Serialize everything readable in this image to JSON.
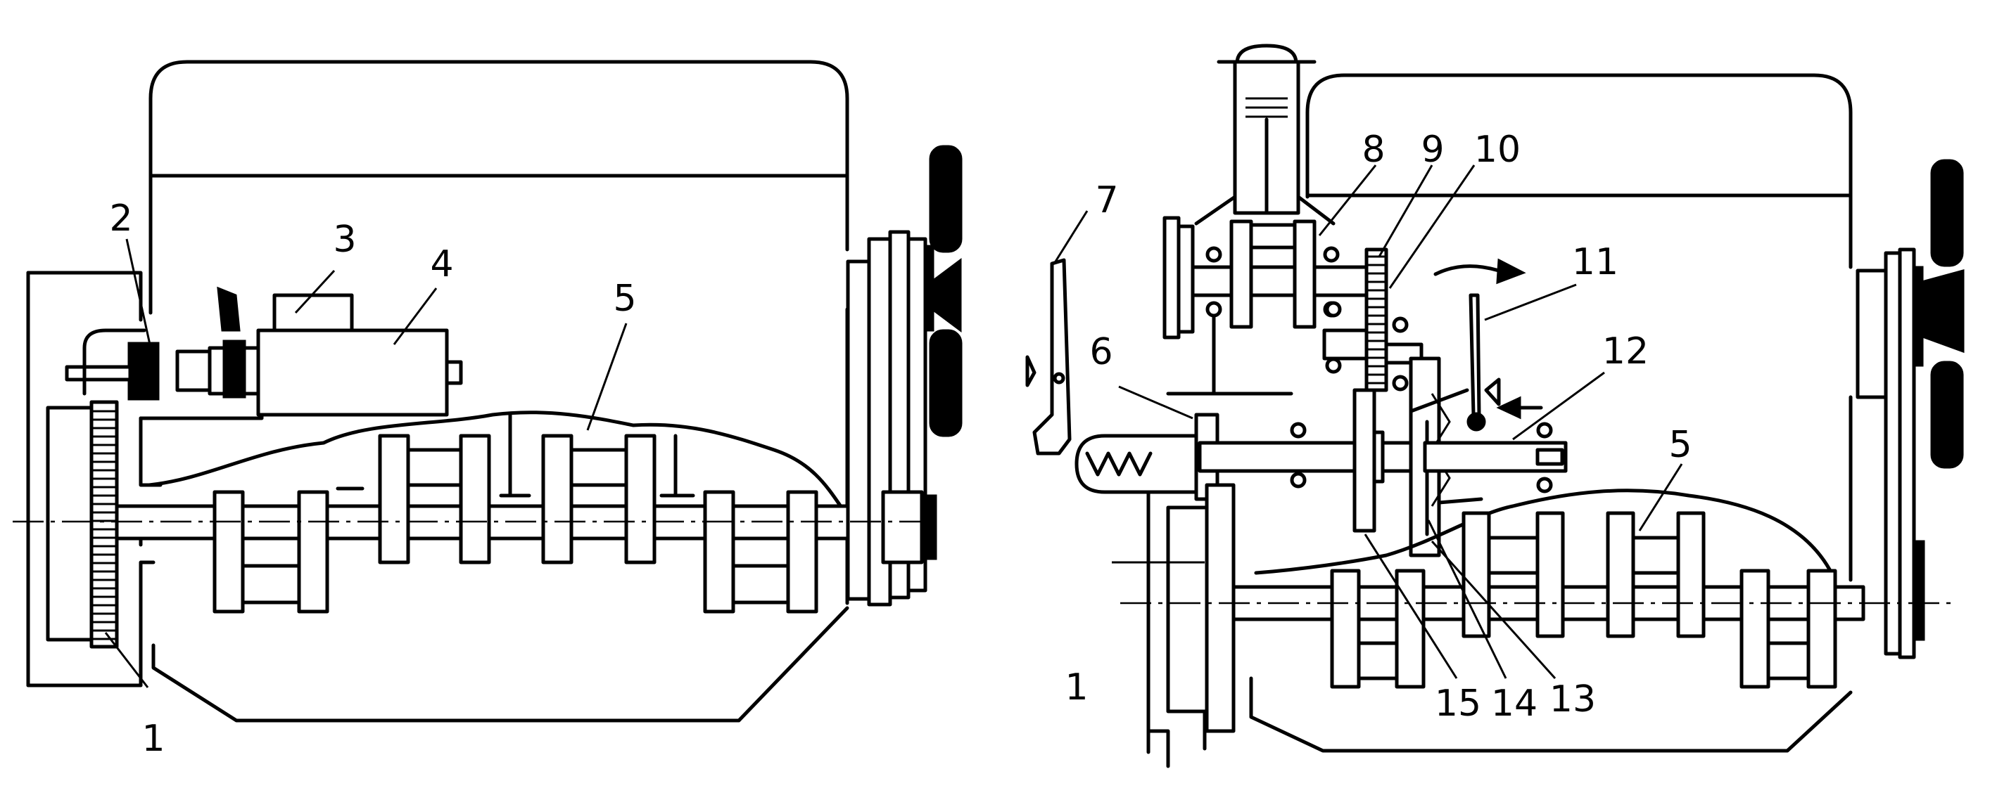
{
  "left_view": {
    "labels": {
      "l1": "1",
      "l2": "2",
      "l3": "3",
      "l4": "4",
      "l5": "5"
    }
  },
  "right_view": {
    "labels": {
      "r1": "1",
      "r5": "5",
      "r6": "6",
      "r7": "7",
      "r8": "8",
      "r9": "9",
      "r10": "10",
      "r11": "11",
      "r12": "12",
      "r13": "13",
      "r14": "14",
      "r15": "15"
    }
  }
}
